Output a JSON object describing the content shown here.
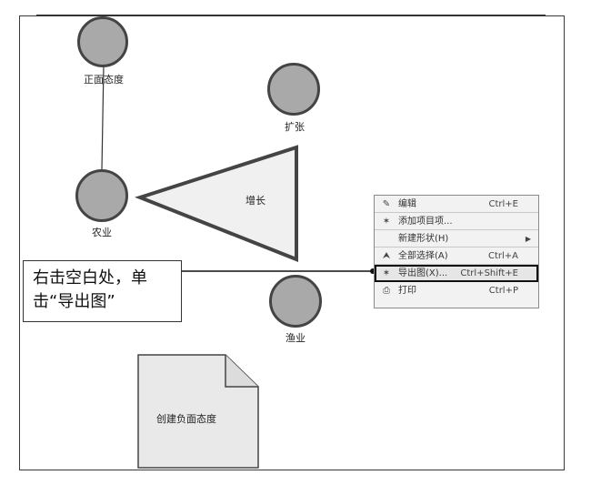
{
  "nodes": [
    {
      "label": "正面态度"
    },
    {
      "label": "扩张"
    },
    {
      "label": "农业"
    },
    {
      "label": "渔业"
    }
  ],
  "triangle": {
    "label": "增长"
  },
  "document": {
    "label": "创建负面态度"
  },
  "callout": {
    "line1": "右击空白处，单",
    "line2": "击“导出图”"
  },
  "context_menu": {
    "items": [
      {
        "icon": "edit-icon",
        "glyph": "✎",
        "label": "编辑",
        "shortcut": "Ctrl+E"
      },
      {
        "icon": "add-project-icon",
        "glyph": "✶",
        "label": "添加项目项...",
        "shortcut": ""
      },
      {
        "icon": "",
        "glyph": "",
        "label": "新建形状(H)",
        "shortcut": "",
        "submenu": true
      },
      {
        "icon": "cursor-icon",
        "glyph": "⮝",
        "label": "全部选择(A)",
        "shortcut": "Ctrl+A"
      },
      {
        "icon": "export-icon",
        "glyph": "✶",
        "label": "导出图(X)...",
        "shortcut": "Ctrl+Shift+E",
        "highlighted": true
      },
      {
        "icon": "print-icon",
        "glyph": "⎙",
        "label": "打印",
        "shortcut": "Ctrl+P"
      }
    ]
  }
}
